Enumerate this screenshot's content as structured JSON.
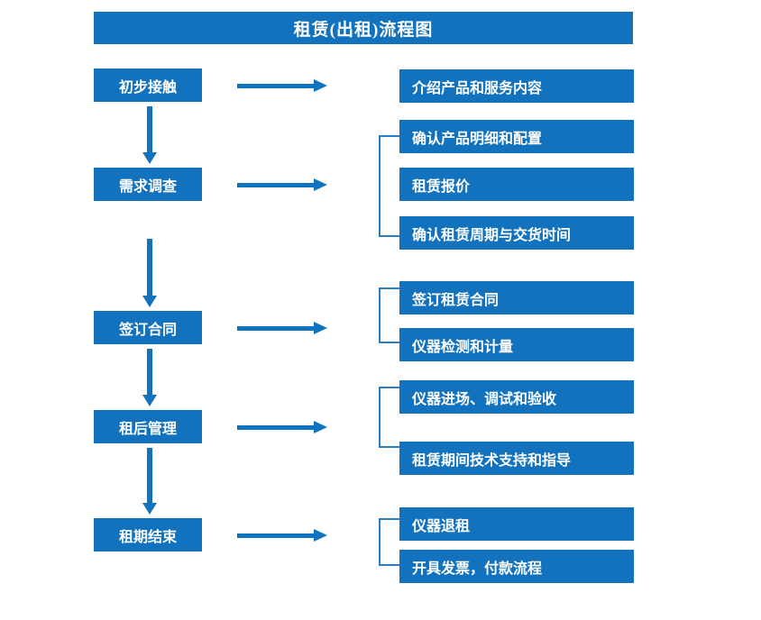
{
  "chart_title": "租赁(出租)流程图",
  "diagram": {
    "type": "flowchart",
    "title": "租赁(出租)流程图",
    "colors": {
      "box_fill": "#1272be",
      "box_text": "#ffffff",
      "arrow": "#0f74c0",
      "bracket": "#2a7fc4",
      "background": "#ffffff"
    },
    "stages": [
      {
        "id": "stage-1",
        "label": "初步接触",
        "details": [
          "介绍产品和服务内容"
        ]
      },
      {
        "id": "stage-2",
        "label": "需求调查",
        "details": [
          "确认产品明细和配置",
          "租赁报价",
          "确认租赁周期与交货时间"
        ]
      },
      {
        "id": "stage-3",
        "label": "签订合同",
        "details": [
          "签订租赁合同",
          "仪器检测和计量"
        ]
      },
      {
        "id": "stage-4",
        "label": "租后管理",
        "details": [
          "仪器进场、调试和验收",
          "租赁期间技术支持和指导"
        ]
      },
      {
        "id": "stage-5",
        "label": "租期结束",
        "details": [
          "仪器退租",
          "开具发票，付款流程"
        ]
      }
    ],
    "stage_labels": {
      "s1": "初步接触",
      "s2": "需求调查",
      "s3": "签订合同",
      "s4": "租后管理",
      "s5": "租期结束"
    },
    "detail_labels": {
      "d1": "介绍产品和服务内容",
      "d2": "确认产品明细和配置",
      "d3": "租赁报价",
      "d4": "确认租赁周期与交货时间",
      "d5": "签订租赁合同",
      "d6": "仪器检测和计量",
      "d7": "仪器进场、调试和验收",
      "d8": "租赁期间技术支持和指导",
      "d9": "仪器退租",
      "d10": "开具发票，付款流程"
    }
  }
}
